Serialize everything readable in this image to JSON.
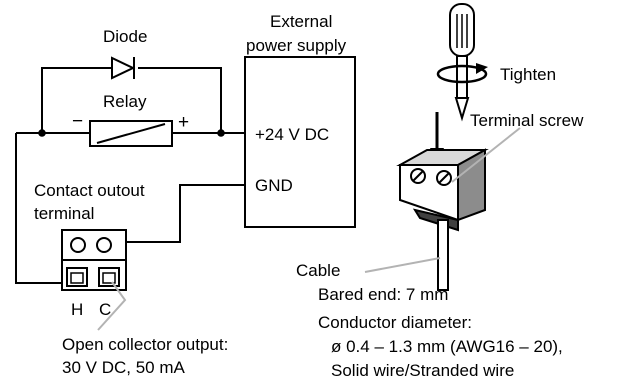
{
  "circuit": {
    "diode_label": "Diode",
    "relay_label": "Relay",
    "relay_minus": "−",
    "relay_plus": "+",
    "power_supply_label_line1": "External",
    "power_supply_label_line2": "power supply",
    "power_plus_label": "+24 V DC",
    "power_gnd_label": "GND",
    "contact_terminal_label_line1": "Contact outout",
    "contact_terminal_label_line2": "terminal",
    "pin_h_label": "H",
    "pin_c_label": "C",
    "output_spec_line1": "Open collector output:",
    "output_spec_line2": "30 V DC, 50 mA"
  },
  "wiring": {
    "tighten_label": "Tighten",
    "terminal_screw_label": "Terminal screw",
    "cable_label": "Cable",
    "bared_end_label": "Bared end: 7 mm",
    "conductor_diameter_label": "Conductor diameter:",
    "conductor_diameter_value": "ø 0.4 – 1.3 mm (AWG16 – 20),",
    "wire_type_label": "Solid wire/Stranded wire"
  },
  "colors": {
    "line": "#000000",
    "leader": "#b3b3b3",
    "box_fill": "#ffffff",
    "shade_light": "#d9d9d9",
    "shade_mid": "#8c8c8c",
    "shade_dark": "#404040"
  }
}
